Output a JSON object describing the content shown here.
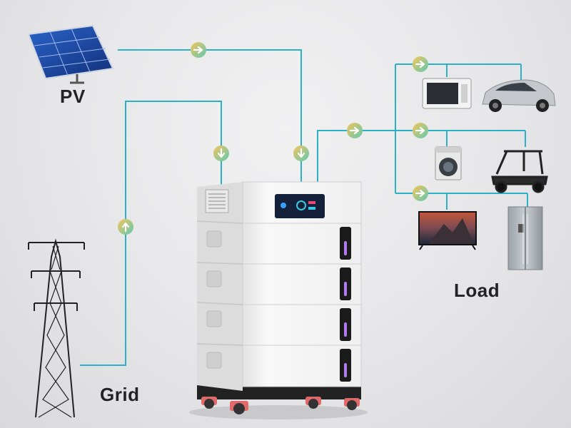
{
  "labels": {
    "pv": "PV",
    "grid": "Grid",
    "load": "Load"
  },
  "colors": {
    "line": "#2bb0c8",
    "arrow_gold": "#f2b84a",
    "arrow_teal": "#58c7b0",
    "cabinet": "#f4f4f4",
    "light_bar": "#b07cf0"
  },
  "icons": {
    "pv": "solar-panel-icon",
    "grid": "transmission-tower-icon",
    "battery": "battery-cabinet-icon",
    "loads": [
      "microwave-icon",
      "electric-car-icon",
      "washing-machine-icon",
      "golf-cart-icon",
      "television-icon",
      "refrigerator-icon"
    ]
  }
}
